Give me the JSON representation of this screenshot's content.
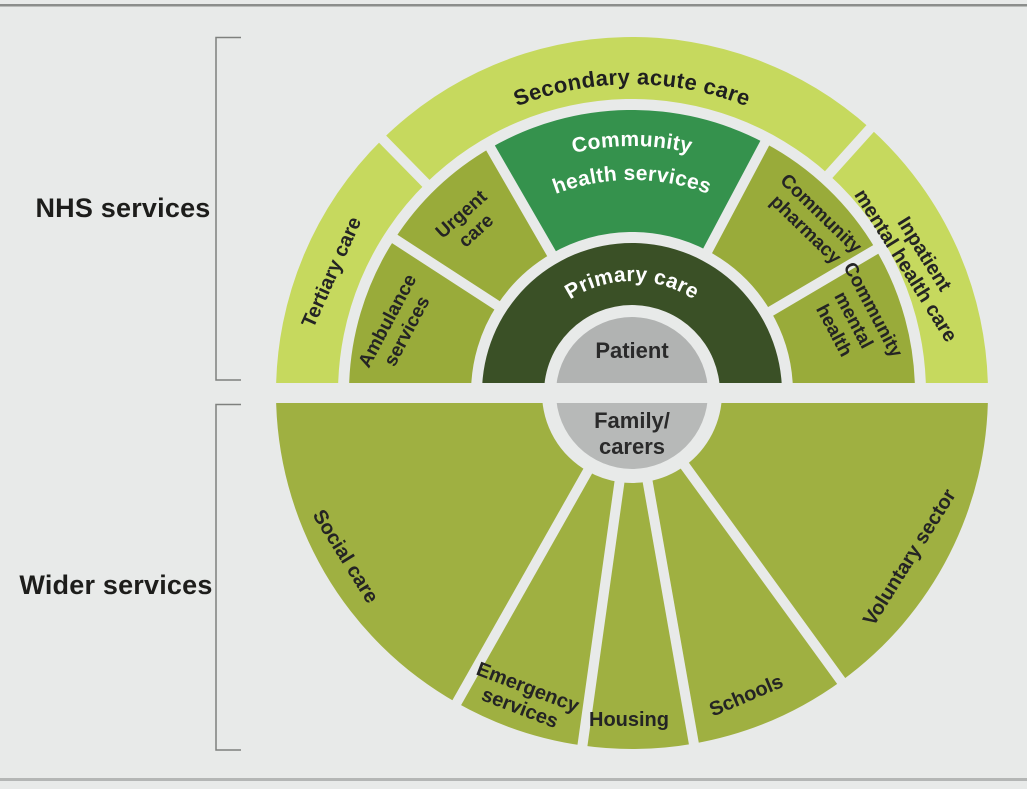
{
  "sections": {
    "nhs": {
      "label": "NHS services"
    },
    "wider": {
      "label": "Wider services"
    }
  },
  "center": {
    "patient": "Patient",
    "family_line1": "Family/",
    "family_line2": "carers"
  },
  "rings": {
    "primary_care": "Primary care",
    "middle": {
      "ambulance": {
        "line1": "Ambulance",
        "line2": "services"
      },
      "urgent": {
        "line1": "Urgent",
        "line2": "care"
      },
      "community_health": {
        "line1": "Community",
        "line2": "health services"
      },
      "pharmacy": {
        "line1": "Community",
        "line2": "pharmacy"
      },
      "community_mental": {
        "line1": "Community",
        "line2": "mental",
        "line3": "health"
      }
    },
    "outer": {
      "tertiary": "Tertiary care",
      "secondary": "Secondary acute care",
      "inpatient_line1": "Inpatient",
      "inpatient_line2": "mental health care"
    },
    "wider": {
      "social": "Social care",
      "emergency_line1": "Emergency",
      "emergency_line2": "services",
      "housing": "Housing",
      "schools": "Schools",
      "voluntary": "Voluntary sector"
    }
  },
  "colors": {
    "background": "#e8eae9",
    "outer_ring": "#c6d95e",
    "mid_olive": "#99ab3a",
    "bottom_olive": "#9fb041",
    "community_health_green": "#35924d",
    "primary_dark_green": "#3a5026",
    "patient_gray": "#b1b3b2",
    "family_gray": "#b7b9b8",
    "border_top": "#8c8e8c",
    "border_bottom": "#b4b6b5"
  }
}
